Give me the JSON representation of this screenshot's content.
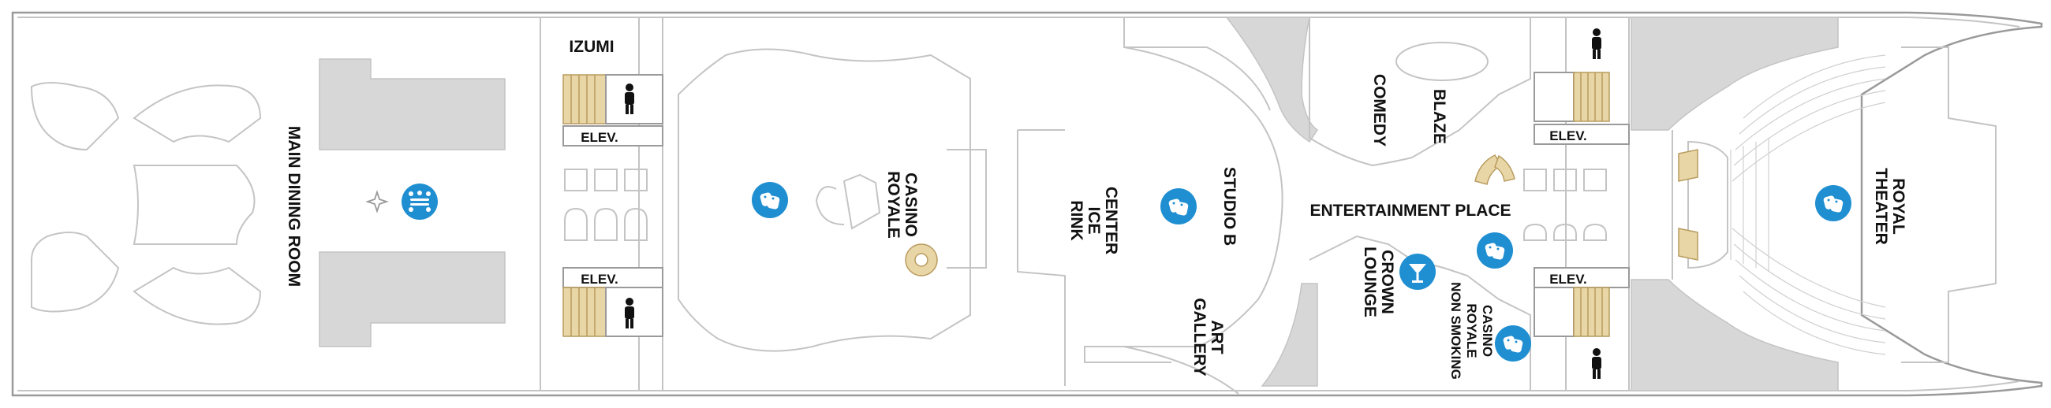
{
  "deck_labels": {
    "main_dining_room": "MAIN DINING ROOM",
    "izumi": "IZUMI",
    "elev_fwd_top": "ELEV.",
    "elev_fwd_bottom": "ELEV.",
    "casino_royale_1": "CASINO",
    "casino_royale_2": "ROYALE",
    "center_ice_rink_1": "CENTER",
    "center_ice_rink_2": "ICE",
    "center_ice_rink_3": "RINK",
    "studio_b": "STUDIO B",
    "art_gallery_1": "ART",
    "art_gallery_2": "GALLERY",
    "comedy": "COMEDY",
    "blaze": "BLAZE",
    "elev_aft_top": "ELEV.",
    "elev_aft_bottom": "ELEV.",
    "entertainment_place": "ENTERTAINMENT PLACE",
    "crown_lounge_1": "CROWN",
    "crown_lounge_2": "LOUNGE",
    "casino_non_smoking_1": "CASINO",
    "casino_non_smoking_2": "ROYALE",
    "casino_non_smoking_3": "NON SMOKING",
    "royal_theater_1": "ROYAL",
    "royal_theater_2": "THEATER"
  },
  "icons": {
    "dining": "dining-icon",
    "entertainment": "theater-masks-icon",
    "bar": "cocktail-icon",
    "restroom": "restroom-icon",
    "star": "star-icon"
  },
  "colors": {
    "icon_blue": "#1f8fd1",
    "stairs": "#e9d6a6",
    "service_area": "#d7d7d7",
    "hull_outline": "#9a9a9a"
  }
}
